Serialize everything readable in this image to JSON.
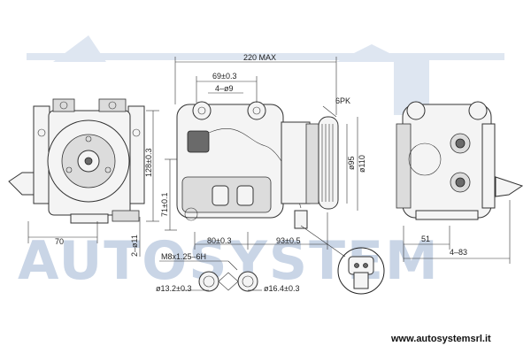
{
  "watermark": {
    "brand": "AUTOSYSTEM",
    "website": "www.autosystemsrl.it"
  },
  "dimensions": {
    "front": {
      "width": "70",
      "height": "128±0.3",
      "hole": "2–ø11"
    },
    "side": {
      "overall": "220 MAX",
      "mount_spacing": "69±0.3",
      "mount_holes": "4–ø9",
      "belt": "6PK",
      "height": "71±0.1",
      "mount_offset": "80±0.3",
      "pulley_offset": "93±0.5",
      "pulley_inner": "ø95",
      "pulley_outer": "ø110"
    },
    "rear": {
      "offset": "51",
      "overall": "4–83"
    },
    "fittings": {
      "thread": "M8x1.25–6H",
      "port_small": "ø13.2±0.3",
      "port_large": "ø16.4±0.3"
    }
  },
  "colors": {
    "line": "#222222",
    "watermark": "#c9d5e6",
    "part_fill": "#f4f4f4"
  }
}
